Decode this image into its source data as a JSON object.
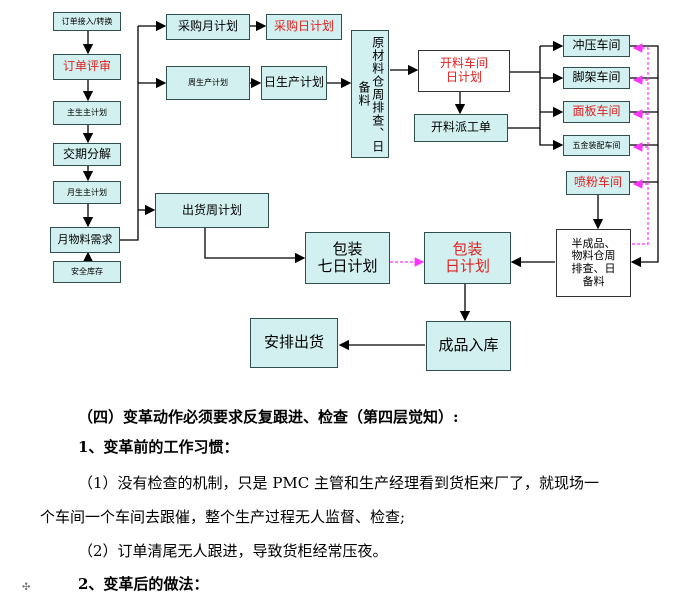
{
  "diagram": {
    "nodes": {
      "order_import": "订单接入/转换",
      "order_review": "订单评审",
      "master_plan": "主生主计划",
      "delivery_split": "交期分解",
      "monthly_master": "月生主计划",
      "monthly_material": "月物料需求",
      "safety_stock": "安全库存",
      "purchase_monthly": "采购月计划",
      "purchase_daily": "采购日计划",
      "weekly_production": "周生产计划",
      "daily_production": "日生产计划",
      "material_warehouse": "原材料仓周排查、日备料",
      "cutting_shop": "开料车间\n日计划",
      "cutting_dispatch": "开料派工单",
      "stamping": "冲压车间",
      "leg_frame": "脚架车间",
      "panel": "面板车间",
      "hardware": "五金装配车间",
      "spray": "喷粉车间",
      "semi_finished": "半成品、\n物料仓周\n排查、日\n备料",
      "shipping_weekly": "出货周计划",
      "packing_7day": "包装\n七日计划",
      "packing_daily": "包装\n日计划",
      "finished_storage": "成品入库",
      "arrange_shipping": "安排出货"
    }
  },
  "text": {
    "section_title": "（四）变革动作必须要求反复跟进、检查（第四层觉知）:",
    "before_title": "1、变革前的工作习惯：",
    "item1_line1": "（1）没有检查的机制，只是 PMC 主管和生产经理看到货柜来厂了，就现场一",
    "item1_line2": "个车间一个车间去跟催，整个生产过程无人监督、检查;",
    "item2": "（2）订单清尾无人跟进，导致货柜经常压夜。",
    "after_title": "2、变革后的做法："
  },
  "colors": {
    "node_fill": "#d3f0f0",
    "node_border": "#2f4f4f",
    "highlight_text": "#e02020",
    "arrow": "#000000",
    "feedback_arrow": "#ff33ff"
  }
}
